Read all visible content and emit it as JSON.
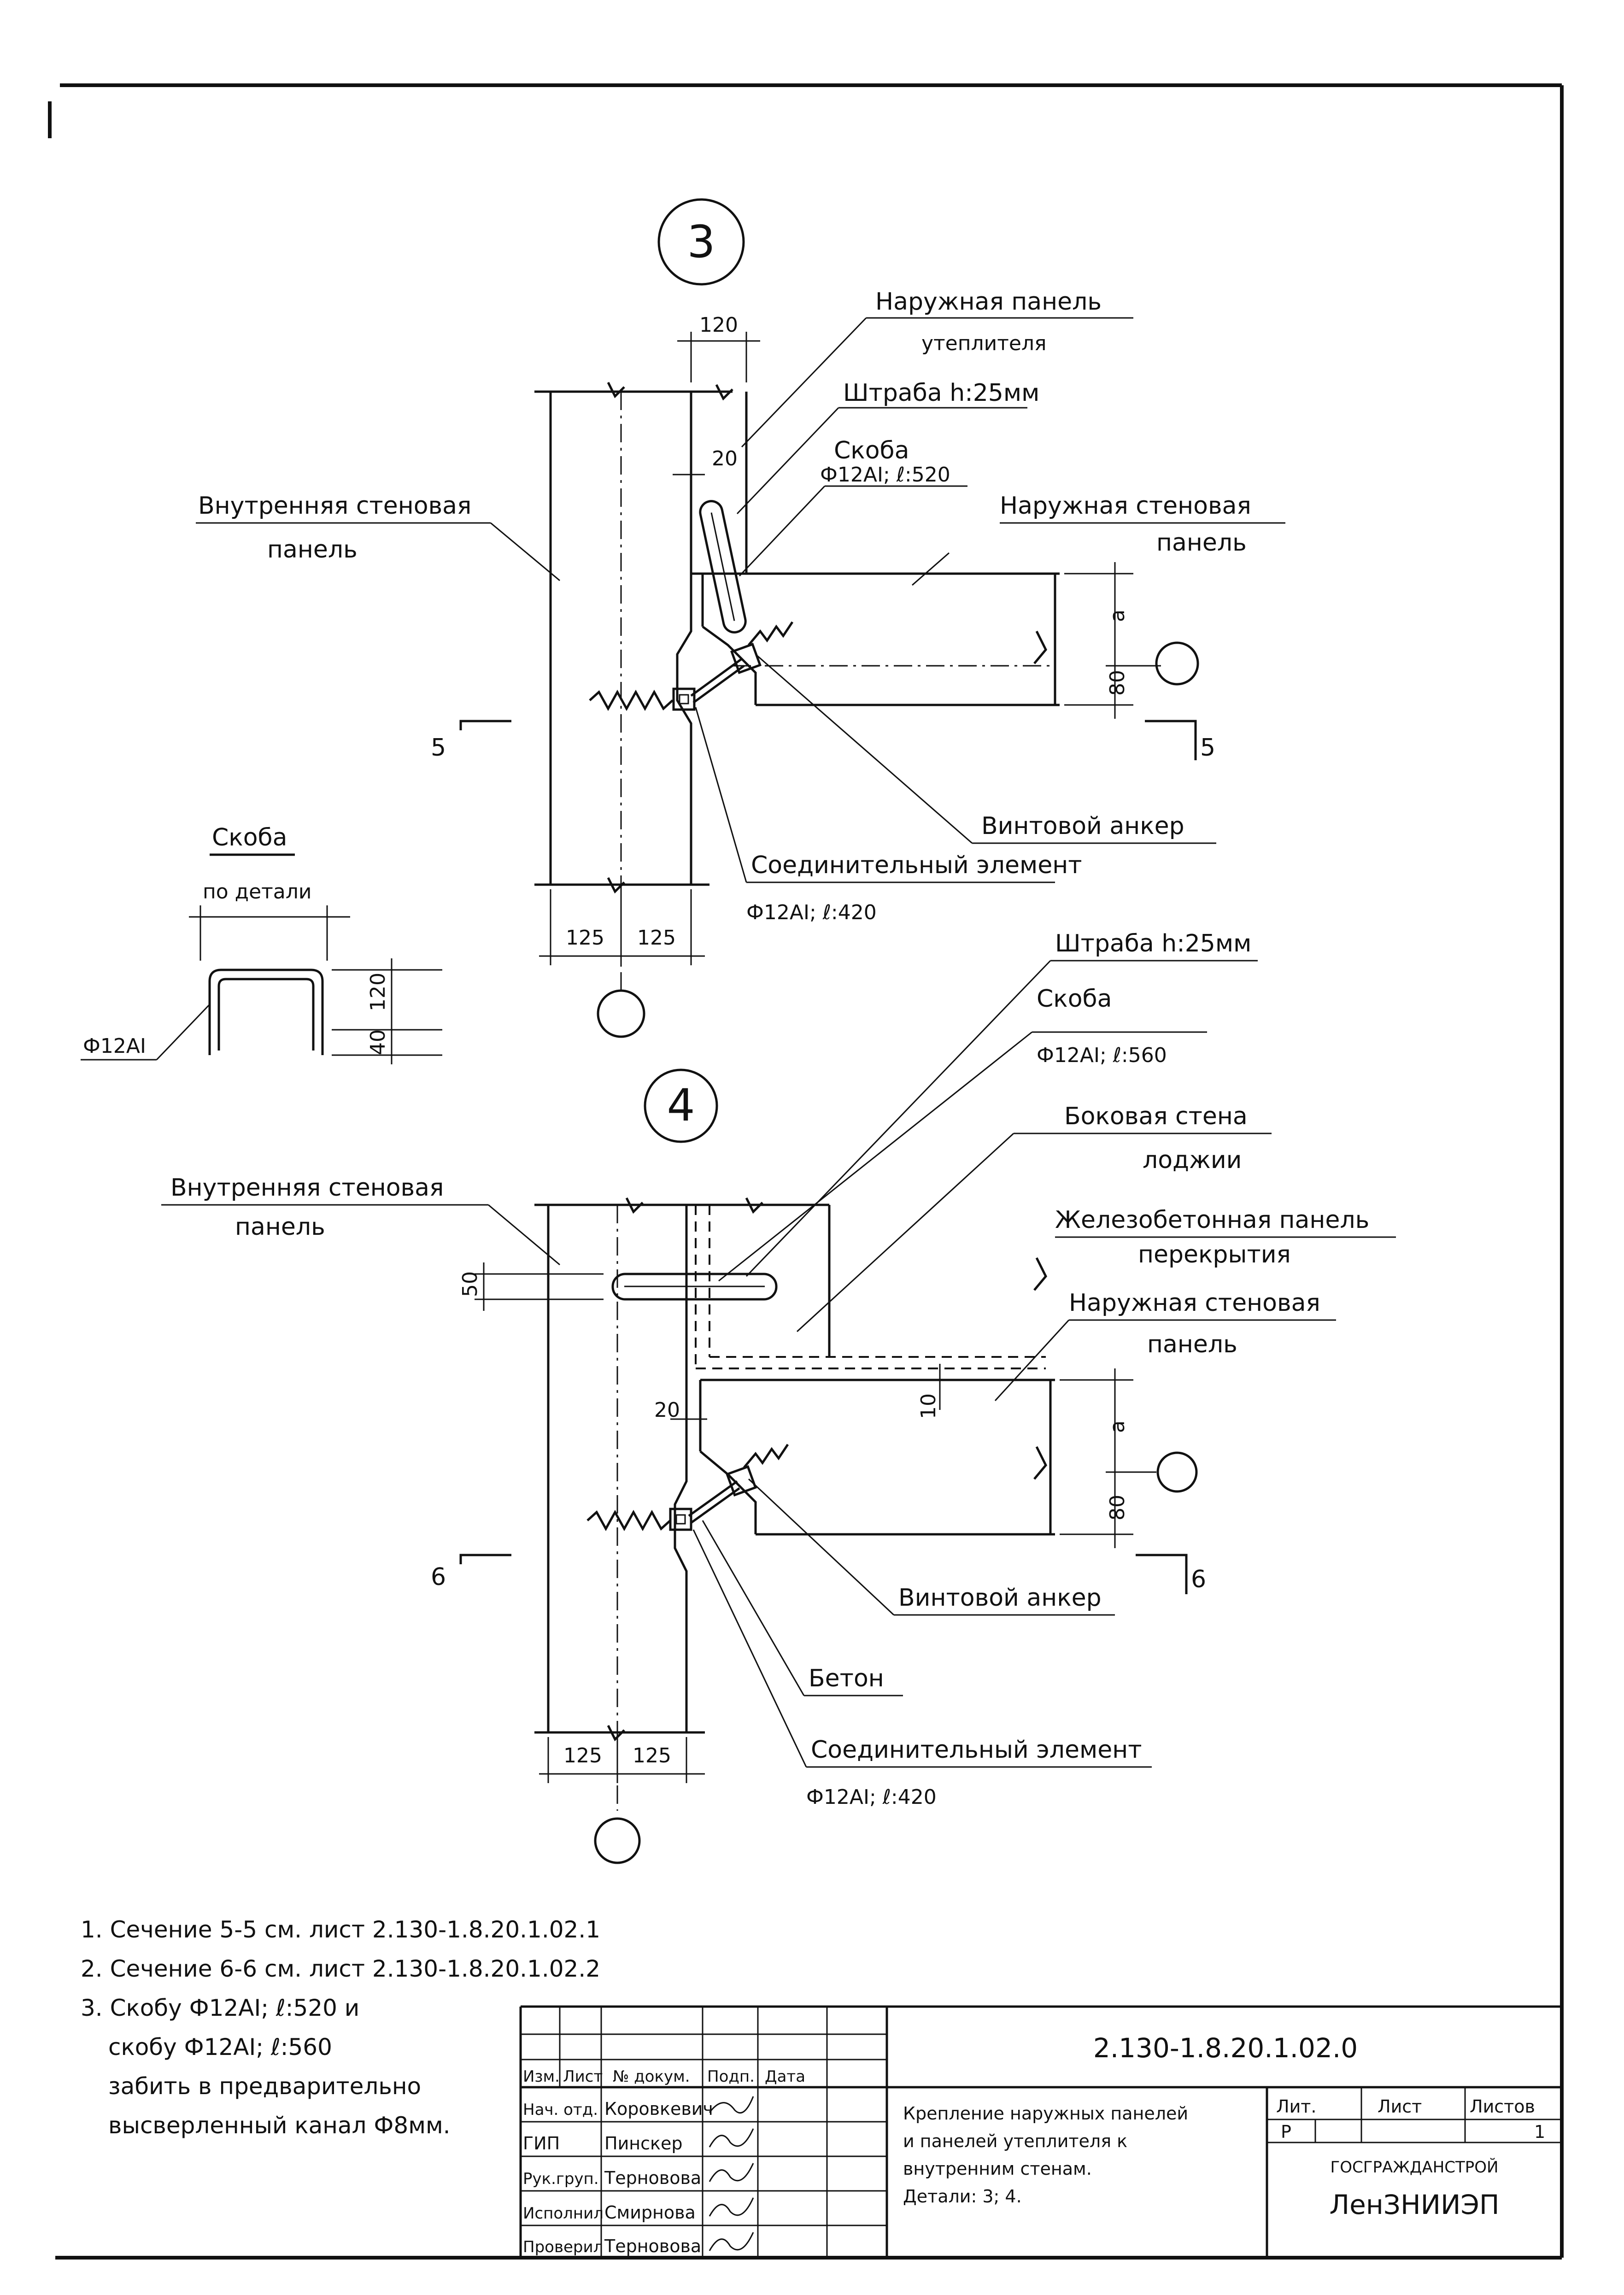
{
  "detail3": {
    "number": "3",
    "labels": {
      "outer_insul_1": "Наружная панель",
      "outer_insul_2": "утеплителя",
      "groove": "Штраба h:25мм",
      "bracket_1": "Скоба",
      "bracket_2": "Ф12АI; ℓ:520",
      "inner_wall_1": "Внутренняя стеновая",
      "inner_wall_2": "панель",
      "outer_wall_1": "Наружная стеновая",
      "outer_wall_2": "панель",
      "screw_anchor": "Винтовой анкер",
      "connector_1": "Соединительный элемент",
      "connector_2": "Ф12АI; ℓ:420"
    },
    "dims": {
      "top": "120",
      "gap": "20",
      "a": "a",
      "h80": "80",
      "w1": "125",
      "w2": "125"
    },
    "section": {
      "left": "5",
      "right": "5"
    }
  },
  "bracket_detail": {
    "title": "Скоба",
    "ref": "по детали",
    "rod": "Ф12АI",
    "dim1": "120",
    "dim2": "40"
  },
  "detail4": {
    "number": "4",
    "labels": {
      "groove": "Штраба h:25мм",
      "bracket_1": "Скоба",
      "bracket_2": "Ф12АI; ℓ:560",
      "side_wall_1": "Боковая стена",
      "side_wall_2": "лоджии",
      "inner_wall_1": "Внутренняя стеновая",
      "inner_wall_2": "панель",
      "slab_1": "Железобетонная панель",
      "slab_2": "перекрытия",
      "outer_wall_1": "Наружная стеновая",
      "outer_wall_2": "панель",
      "screw_anchor": "Винтовой анкер",
      "concrete": "Бетон",
      "connector_1": "Соединительный элемент",
      "connector_2": "Ф12АI; ℓ:420"
    },
    "dims": {
      "d50": "50",
      "gap": "20",
      "d10": "10",
      "a": "a",
      "h80": "80",
      "w1": "125",
      "w2": "125"
    },
    "section": {
      "left": "6",
      "right": "6"
    }
  },
  "notes": [
    "1. Сечение 5-5 см. лист 2.130-1.8.20.1.02.1",
    "2. Сечение 6-6 см. лист 2.130-1.8.20.1.02.2",
    "3. Скобу Ф12АI; ℓ:520 и",
    "скобу Ф12АI; ℓ:560",
    "забить в предварительно",
    "высверленный канал Ф8мм."
  ],
  "title_block": {
    "code": "2.130-1.8.20.1.02.0",
    "headers": [
      "Изм.",
      "Лист",
      "№ докум.",
      "Подп.",
      "Дата"
    ],
    "roles": [
      {
        "role": "Нач. отд.",
        "name": "Коровкевич"
      },
      {
        "role": "ГИП",
        "name": "Пинскер"
      },
      {
        "role": "Рук.груп.",
        "name": "Терновова"
      },
      {
        "role": "Исполнил",
        "name": "Смирнова"
      },
      {
        "role": "Проверил",
        "name": "Терновова"
      }
    ],
    "title_lines": [
      "Крепление наружных панелей",
      "и панелей утеплителя к",
      "внутренним стенам.",
      "Детали: 3; 4."
    ],
    "lit_header": "Лит.",
    "sheet_header": "Лист",
    "sheets_header": "Листов",
    "lit_value": "Р",
    "sheets_value": "1",
    "org_1": "ГОСГРАЖДАНСТРОЙ",
    "org_2": "ЛенЗНИИЭП"
  }
}
